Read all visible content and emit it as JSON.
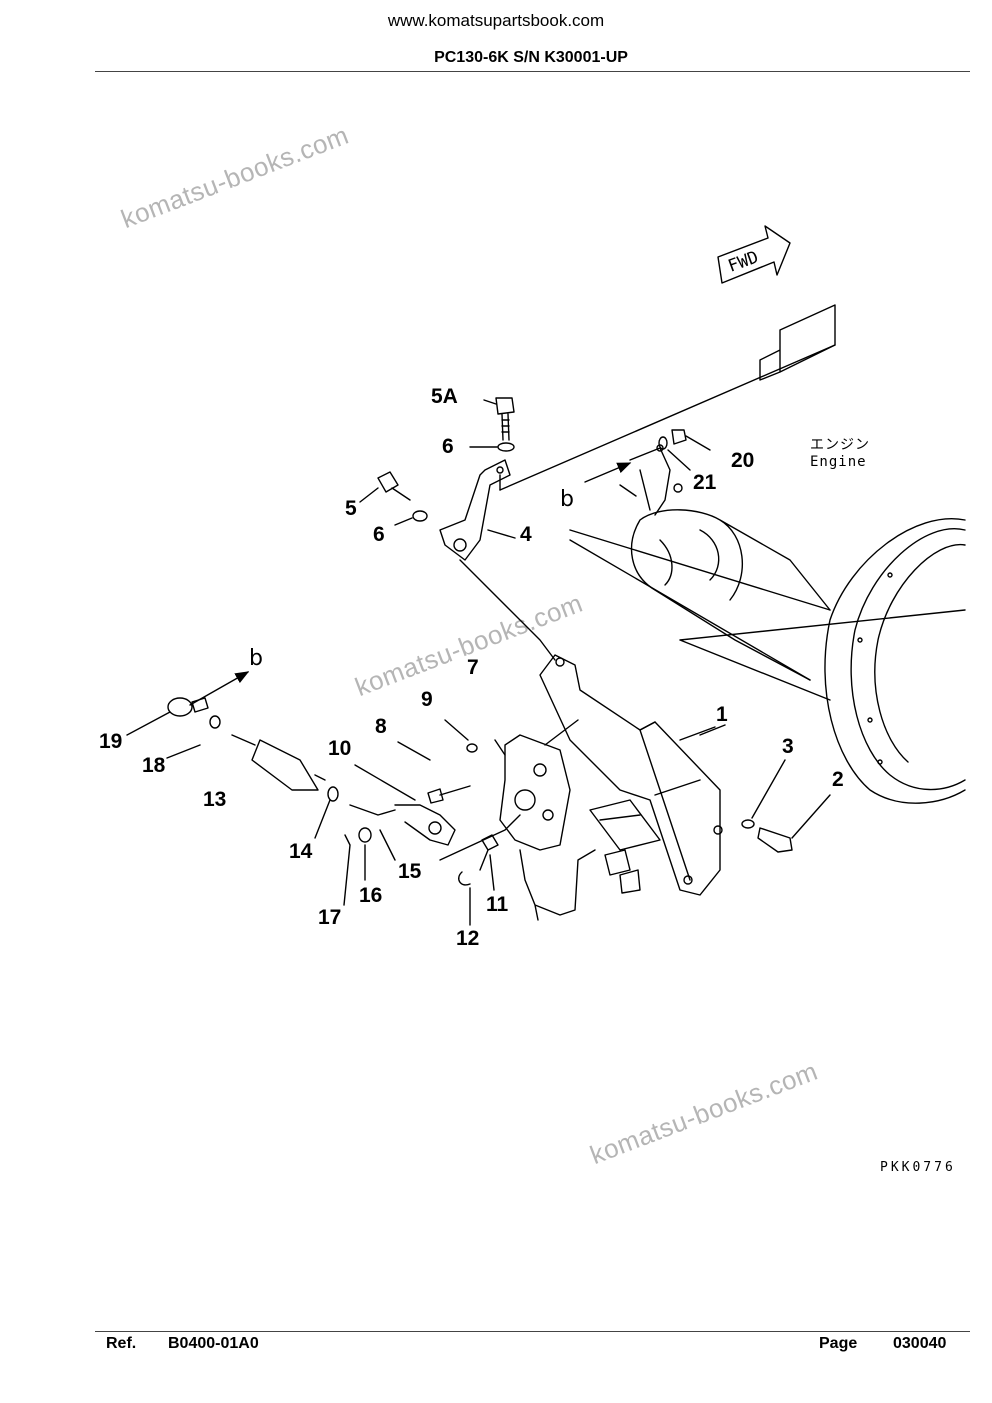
{
  "header": {
    "site": "www.komatsupartsbook.com",
    "model": "PC130-6K S/N K30001-UP"
  },
  "watermark": "komatsu-books.com",
  "diagram": {
    "fwd_label": "FWD",
    "engine_label_jp": "エンジン",
    "engine_label_en": "Engine",
    "section_marker": "b",
    "figure_code": "PKK0776",
    "callouts": [
      "5A",
      "6",
      "5",
      "6",
      "4",
      "20",
      "21",
      "7",
      "9",
      "8",
      "1",
      "10",
      "19",
      "18",
      "13",
      "14",
      "15",
      "16",
      "17",
      "11",
      "12",
      "3",
      "2"
    ]
  },
  "footer": {
    "ref_label": "Ref.",
    "ref_value": "B0400-01A0",
    "page_label": "Page",
    "page_value": "030040"
  }
}
